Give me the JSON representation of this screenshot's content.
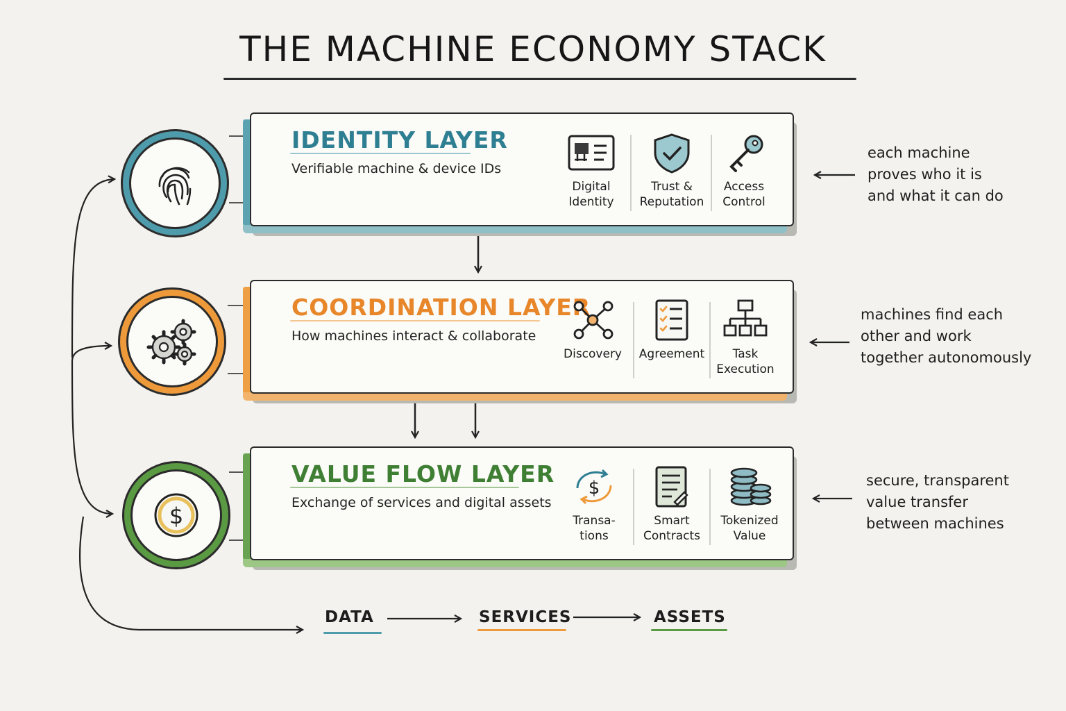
{
  "title": "THE MACHINE ECONOMY STACK",
  "colors": {
    "identity": "#4e9bab",
    "coordination": "#ee9a3a",
    "value": "#5a9a43",
    "ink": "#1d1d1d"
  },
  "layers": [
    {
      "name": "IDENTITY LAYER",
      "description": "Verifiable machine & device IDs",
      "circle_icon": "fingerprint-icon",
      "features": [
        {
          "label": "Digital\nIdentity",
          "icon": "id-card-icon"
        },
        {
          "label": "Trust &\nReputation",
          "icon": "shield-check-icon"
        },
        {
          "label": "Access\nControl",
          "icon": "key-icon"
        }
      ],
      "note": "each machine\nproves who it is\nand what it can do"
    },
    {
      "name": "COORDINATION LAYER",
      "description": "How machines interact & collaborate",
      "circle_icon": "gears-icon",
      "features": [
        {
          "label": "Discovery",
          "icon": "network-nodes-icon"
        },
        {
          "label": "Agreement",
          "icon": "checklist-icon"
        },
        {
          "label": "Task\nExecution",
          "icon": "hierarchy-icon"
        }
      ],
      "note": "machines find each\nother and work\ntogether autonomously"
    },
    {
      "name": "VALUE FLOW LAYER",
      "description": "Exchange of services and digital assets",
      "circle_icon": "dollar-coin-icon",
      "features": [
        {
          "label": "Transa‐\ntions",
          "icon": "dollar-cycle-icon"
        },
        {
          "label": "Smart\nContracts",
          "icon": "contract-icon"
        },
        {
          "label": "Tokenized\nValue",
          "icon": "coin-stack-icon"
        }
      ],
      "note": "secure, transparent\nvalue transfer\nbetween machines"
    }
  ],
  "flow": [
    "DATA",
    "SERVICES",
    "ASSETS"
  ]
}
